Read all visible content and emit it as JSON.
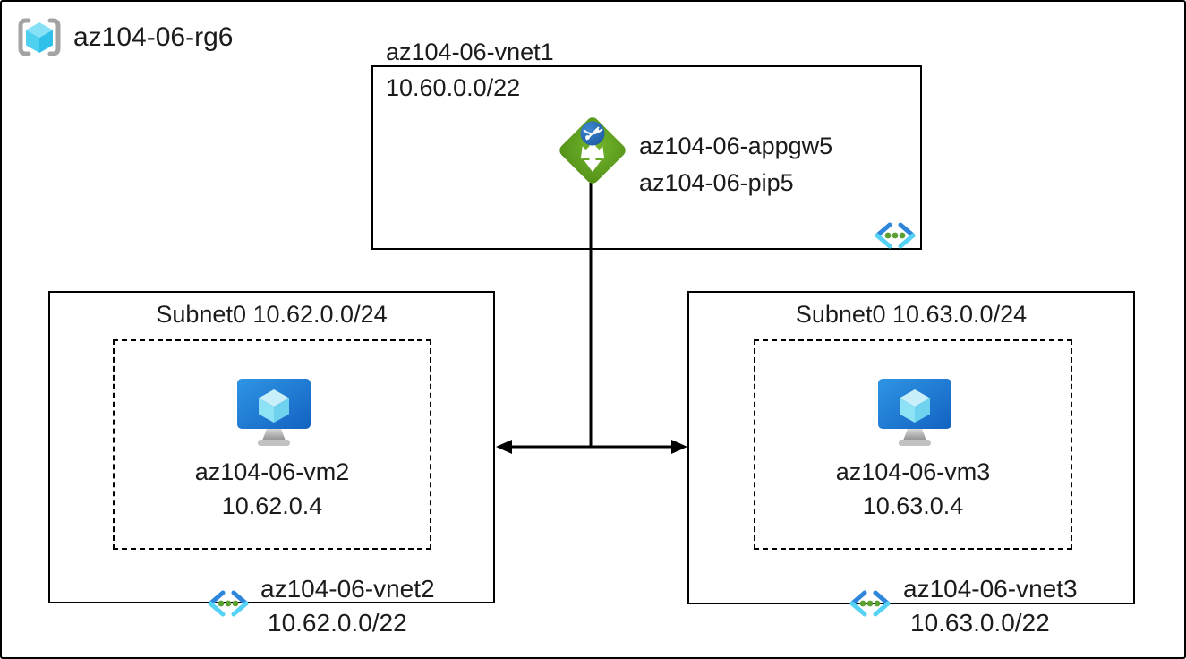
{
  "resource_group": {
    "label": "az104-06-rg6",
    "icon": "resource-group-icon"
  },
  "vnet1": {
    "name": "az104-06-vnet1",
    "cidr": "10.60.0.0/22",
    "app_gateway": {
      "name": "az104-06-appgw5",
      "public_ip": "az104-06-pip5",
      "icon": "application-gateway-icon"
    },
    "corner_icon": "virtual-network-icon"
  },
  "subnet_left": {
    "title": "Subnet0 10.62.0.0/24",
    "vm": {
      "name": "az104-06-vm2",
      "ip": "10.62.0.4",
      "icon": "virtual-machine-icon"
    },
    "vnet": {
      "name": "az104-06-vnet2",
      "cidr": "10.62.0.0/22",
      "icon": "virtual-network-icon"
    }
  },
  "subnet_right": {
    "title": "Subnet0 10.63.0.0/24",
    "vm": {
      "name": "az104-06-vm3",
      "ip": "10.63.0.4",
      "icon": "virtual-machine-icon"
    },
    "vnet": {
      "name": "az104-06-vnet3",
      "cidr": "10.63.0.0/22",
      "icon": "virtual-network-icon"
    }
  },
  "colors": {
    "line": "#000000",
    "appgw_green": "#61a41e",
    "globe_blue": "#2166ae",
    "vm_blue_light": "#2f95e4",
    "vm_blue_dark": "#1362c1",
    "cube_cyan_top": "#c9f0fa",
    "cube_cyan_left": "#8ee2f6",
    "cube_cyan_right": "#6fd2ef",
    "vnet_chevron_dark": "#2e86dc",
    "vnet_chevron_light": "#55d2f4",
    "vnet_dot_green": "#5ba031",
    "bracket_gray": "#a3a3a3"
  }
}
